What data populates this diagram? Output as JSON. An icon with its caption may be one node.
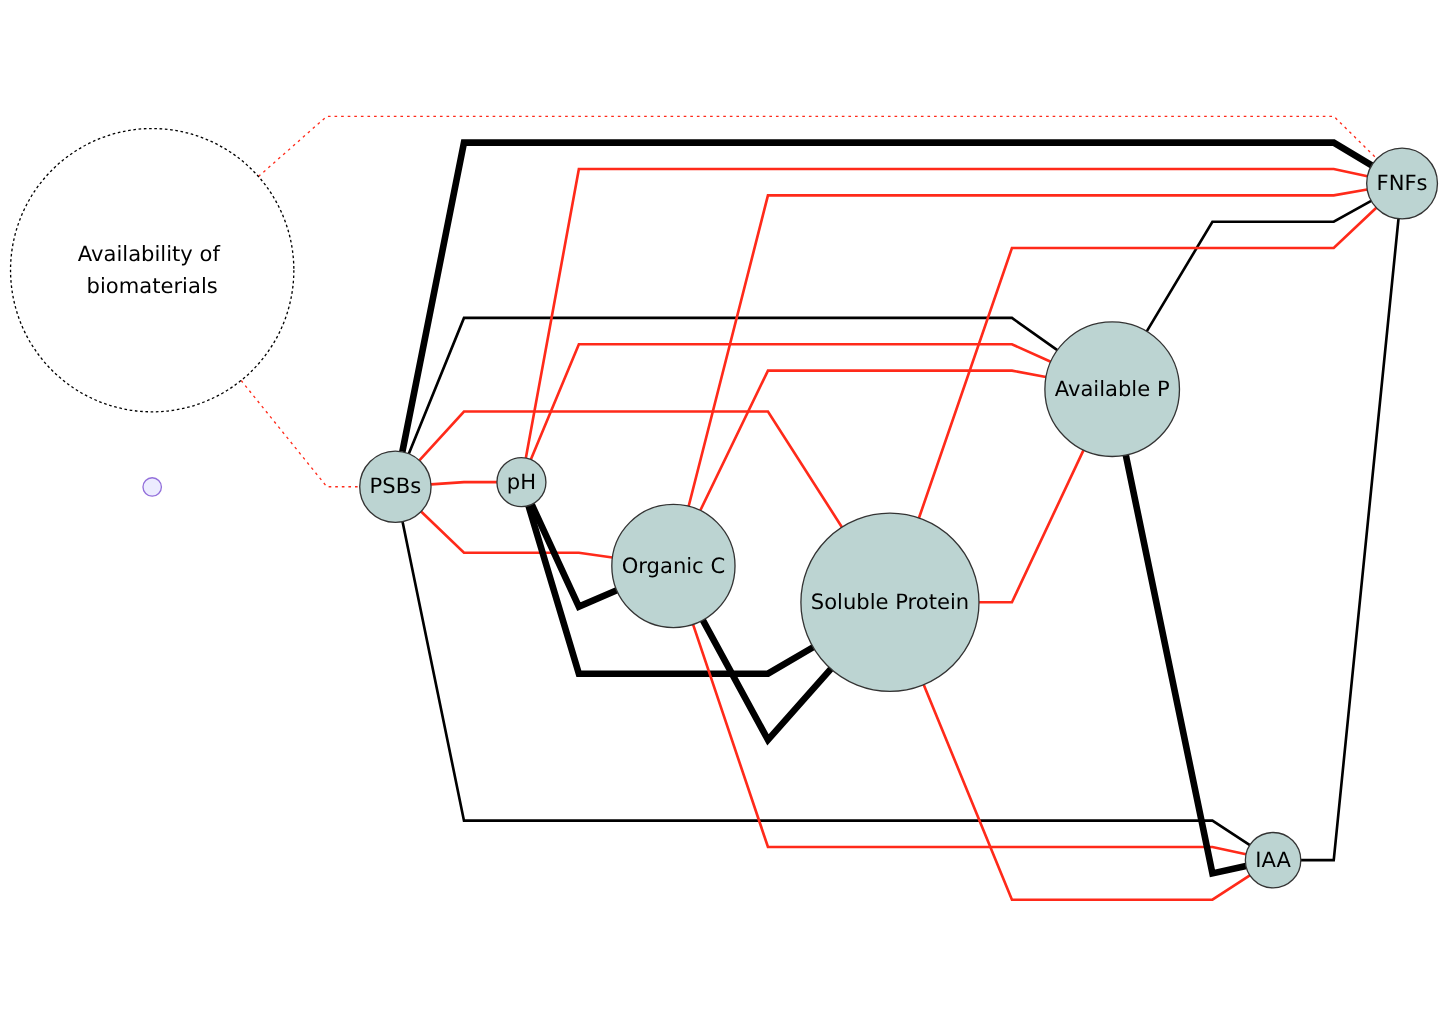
{
  "diagram": {
    "nodes": [
      {
        "text": [
          "Availability of biomaterials"
        ]
      },
      {
        "text": [],
        "shape": "circle"
      },
      {
        "text": [
          "PSBs"
        ]
      },
      {
        "text": [
          "Organic C"
        ]
      },
      {
        "text": [
          "pH"
        ]
      },
      {
        "text": [
          "Available P"
        ]
      },
      {
        "text": [
          "Soluble Protein"
        ]
      },
      {
        "text": [
          "FNFs"
        ]
      },
      {
        "text": [
          "IAA"
        ]
      }
    ],
    "edges": [
      {
        "from": 0,
        "to": 2,
        "arrow": "none",
        "style": "dashed"
      },
      {
        "from": 0,
        "to": 7,
        "arrow": "none",
        "style": "dashed"
      },
      {
        "from": 2,
        "to": 4,
        "arrow": "none"
      },
      {
        "from": 2,
        "to": 3,
        "arrow": "none"
      },
      {
        "from": 2,
        "to": 6,
        "arrow": "none"
      },
      {
        "from": 2,
        "to": 5,
        "arrow": "none",
        "color": "#000000"
      },
      {
        "from": 2,
        "to": 7,
        "arrow": "none",
        "style": "thick",
        "color": "#000000"
      },
      {
        "from": 2,
        "to": 8,
        "arrow": "none",
        "color": "#000000"
      },
      {
        "from": 4,
        "to": 3,
        "arrow": "none",
        "style": "thick",
        "color": "#000000"
      },
      {
        "from": 4,
        "to": 5,
        "arrow": "none"
      },
      {
        "from": 4,
        "to": 6,
        "arrow": "none",
        "style": "thick",
        "color": "#000000"
      },
      {
        "from": 4,
        "to": 7,
        "arrow": "none"
      },
      {
        "from": 3,
        "to": 6,
        "arrow": "none",
        "style": "thick",
        "color": "#000000"
      },
      {
        "from": 3,
        "to": 5,
        "arrow": "none"
      },
      {
        "from": 3,
        "to": 8,
        "arrow": "none"
      },
      {
        "from": 3,
        "to": 7,
        "arrow": "none"
      },
      {
        "from": 5,
        "to": 8,
        "arrow": "none",
        "style": "thick",
        "color": "#000000"
      },
      {
        "from": 5,
        "to": 7,
        "arrow": "none",
        "color": "#000000"
      },
      {
        "from": 6,
        "to": 5,
        "arrow": "none"
      },
      {
        "from": 6,
        "to": 8,
        "arrow": "none"
      },
      {
        "from": 6,
        "to": 7,
        "arrow": "none"
      },
      {
        "from": 8,
        "to": 7,
        "arrow": "none",
        "color": "#000000"
      }
    ]
  }
}
